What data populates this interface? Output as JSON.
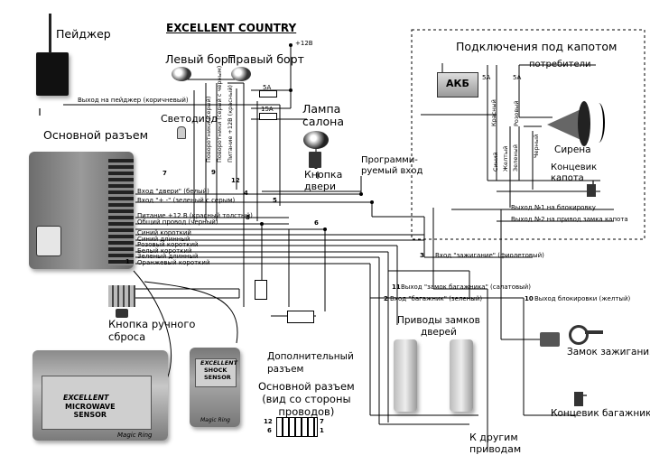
{
  "title": "EXCELLENT COUNTRY",
  "labels": {
    "pager": "Пейджер",
    "pager_out": "Выход на пейджер (коричневый)",
    "left_side": "Левый борт",
    "right_side": "Правый борт",
    "led": "Светодиод",
    "plus12": "+12В",
    "lamp": "Лампа\nсалона",
    "door_btn": "Кнопка\nдвери",
    "main_conn": "Основной разъем",
    "turn_grey": "Поворотники (серый)",
    "turn_grey_black": "Поворотники (серый с черным)",
    "power_red": "Питание +12В (красный)",
    "prog_input": "Программи-\nруемый вход",
    "door_input": "Вход \"двери\" (белый)",
    "plus_minus_input": "Вход \"+ -\" (зеленый с серым)",
    "power_thick": "Питание +12 В (красный толстый)",
    "common_black": "Общий провод (черный)",
    "short_blue_main": "Синий короткий",
    "long_blue": "Синий длинный",
    "short_pink": "Розовый короткий",
    "short_white": "Белый короткий",
    "long_green": "Зеленый длинный",
    "short_orange": "Оранжевый короткий",
    "ignition_in": "Вход \"зажигание\" (фиолетовый)",
    "trunk_lock_out": "Выход \"замок багажника\" (салатовый)",
    "trunk_in": "Вход \"багажник\" (зеленый)",
    "block_out": "Выход блокировки (желтый)",
    "reset_btn": "Кнопка ручного\nсброса",
    "extra_conn": "Дополнительный\nразъем",
    "door_actuators": "Приводы замков\nдверей",
    "to_other": "К другим\nприводам",
    "ign_lock": "Замок зажигания",
    "trunk_switch": "Концевик багажника",
    "main_conn_view": "Основной разъем\n(вид со стороны\nпроводов)",
    "hood_title": "Подключения под капотом",
    "battery": "АКБ",
    "consumers": "потребители",
    "siren": "Сирена",
    "hood_switch": "Концевик\nкапота",
    "out1_block": "Выход №1 на блокировку",
    "out2_trunk": "Выход №2 на привод замка капота",
    "fuse5a_1": "5А",
    "fuse15a": "15А",
    "fuse5a_2": "5А",
    "fuse5a_3": "5А",
    "red_wire": "Красный",
    "pink_wire": "Розовый",
    "blue_wire": "Синий",
    "yellow_wire": "Желтый",
    "green_wire": "Зеленый",
    "black_wire": "Черный",
    "microwave_brand": "EXCELLENT",
    "microwave_name": "MICROWAVE\nSENSOR",
    "magic_ring_1": "Magic Ring",
    "shock_brand": "EXCELLENT",
    "shock_name": "SHOCK\nSENSOR",
    "magic_ring_2": "Magic Ring",
    "pin_12": "12",
    "pin_7": "7",
    "pin_6": "6",
    "pin_1": "1"
  },
  "wire_numbers": [
    "1",
    "2",
    "3",
    "4",
    "5",
    "6",
    "7",
    "8",
    "9",
    "10",
    "11",
    "12"
  ]
}
